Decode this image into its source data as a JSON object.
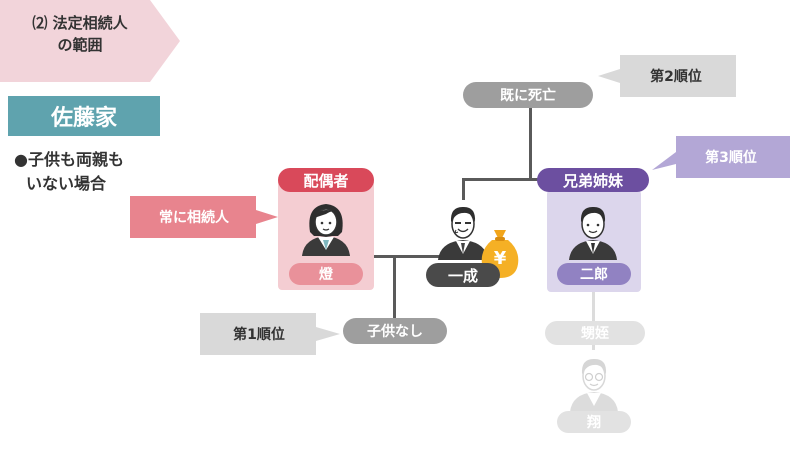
{
  "header": {
    "line1": "⑵ 法定相続人",
    "line2": "の範囲"
  },
  "family": {
    "name": "佐藤家"
  },
  "case": {
    "line1": "●子供も両親も",
    "line2": "いない場合"
  },
  "nodes": {
    "parents": "既に死亡",
    "spouse_header": "配偶者",
    "spouse_name": "燈",
    "deceased_name": "一成",
    "siblings_header": "兄弟姉妹",
    "sibling_name": "二郎",
    "children": "子供なし",
    "nephew_relation": "甥姪",
    "nephew_name": "翔"
  },
  "callouts": {
    "always_heir": "常に相続人",
    "rank1": "第1順位",
    "rank2": "第2順位",
    "rank3": "第3順位"
  },
  "icons": {
    "money_bag_symbol": "¥"
  },
  "colors": {
    "header_bg": "#f2d4da",
    "family_bg": "#5fa3ae",
    "spouse_header": "#d9495a",
    "spouse_box": "#f4cdd2",
    "spouse_name_bg": "#e9919a",
    "always_heir_bg": "#e8848e",
    "sibling_header": "#6c4fa0",
    "sibling_box": "#dcd6ec",
    "sibling_name_bg": "#9182c2",
    "rank3_bg": "#b3a7d6",
    "gray_node": "#9e9e9e",
    "gray_callout": "#d9d9d9",
    "deceased_name_bg": "#4a4a4a",
    "faded": "#e2e2e2"
  }
}
